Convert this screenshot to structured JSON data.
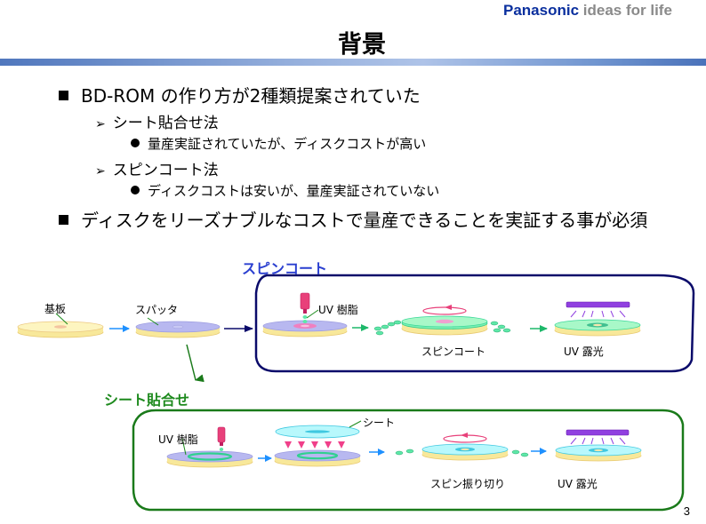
{
  "header": {
    "brand_name": "Panasonic",
    "brand_tagline": "ideas for life",
    "title": "背景"
  },
  "bullets": [
    {
      "level": 1,
      "marker": "square",
      "text": "BD-ROM の作り方が2種類提案されていた"
    },
    {
      "level": 2,
      "marker": "arrow",
      "text": "シート貼合せ法"
    },
    {
      "level": 3,
      "marker": "dot",
      "text": "量産実証されていたが、ディスクコストが高い"
    },
    {
      "level": 2,
      "marker": "arrow",
      "text": "スピンコート法"
    },
    {
      "level": 3,
      "marker": "dot",
      "text": "ディスクコストは安いが、量産実証されていない"
    },
    {
      "level": 1,
      "marker": "square",
      "text": "ディスクをリーズナブルなコストで量産できることを実証する事が必須"
    }
  ],
  "diagram": {
    "common_steps": [
      {
        "label": "基板"
      },
      {
        "label": "スパッタ"
      }
    ],
    "spin_coat": {
      "title": "スピンコート",
      "color": "#2a3fd0",
      "steps": [
        {
          "label": "UV 樹脂"
        },
        {
          "label": "スピンコート"
        },
        {
          "label": "UV 露光"
        }
      ]
    },
    "sheet_bonding": {
      "title": "シート貼合せ",
      "color": "#1e8a1e",
      "steps": [
        {
          "label": "UV 樹脂"
        },
        {
          "label": "シート"
        },
        {
          "label": "スピン振り切り"
        },
        {
          "label": "UV 露光"
        }
      ]
    },
    "colors": {
      "substrate": "#fbf3a8",
      "sputter_layer": "#b8b8f0",
      "resin_green": "#5ee8a8",
      "sheet_cyan": "#a8f0f4",
      "nozzle_pink": "#e8407a",
      "uv_lamp": "#9040e0",
      "flow_arrow_blue": "#1e90ff",
      "box_navy": "#0a0a6a",
      "box_green": "#1a7a1a"
    }
  },
  "footer": {
    "page_number": "3"
  }
}
